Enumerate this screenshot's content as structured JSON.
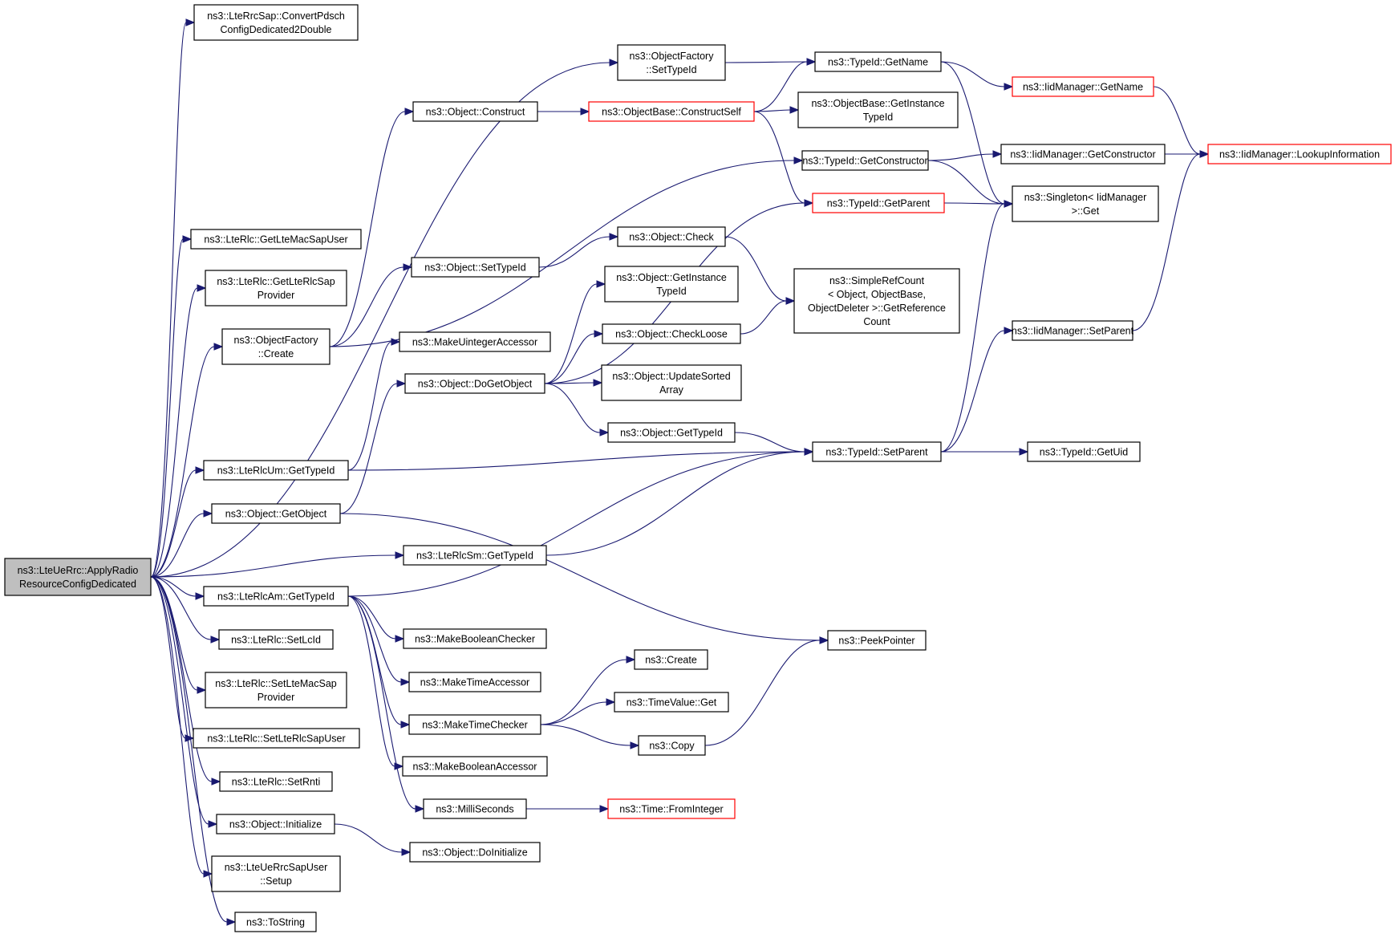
{
  "colors": {
    "edge": "#191970",
    "node_border": "#000000",
    "truncated_border": "#ff0000",
    "root_fill": "#bfbfbf",
    "node_fill": "#ffffff"
  },
  "nodes": [
    {
      "id": "root",
      "lines": [
        "ns3::LteUeRrc::ApplyRadio",
        "ResourceConfigDedicated"
      ],
      "root": true
    },
    {
      "id": "convertPdsch",
      "lines": [
        "ns3::LteRrcSap::ConvertPdsch",
        "ConfigDedicated2Double"
      ]
    },
    {
      "id": "getLteMacSapUser",
      "lines": [
        "ns3::LteRlc::GetLteMacSapUser"
      ]
    },
    {
      "id": "getLteRlcSapProvider",
      "lines": [
        "ns3::LteRlc::GetLteRlcSap",
        "Provider"
      ]
    },
    {
      "id": "ofCreate",
      "lines": [
        "ns3::ObjectFactory",
        "::Create"
      ]
    },
    {
      "id": "rlcUmGetTypeId",
      "lines": [
        "ns3::LteRlcUm::GetTypeId"
      ]
    },
    {
      "id": "objGetObject",
      "lines": [
        "ns3::Object::GetObject"
      ]
    },
    {
      "id": "rlcAmGetTypeId",
      "lines": [
        "ns3::LteRlcAm::GetTypeId"
      ]
    },
    {
      "id": "setLcId",
      "lines": [
        "ns3::LteRlc::SetLcId"
      ]
    },
    {
      "id": "setLteMacSapProvider",
      "lines": [
        "ns3::LteRlc::SetLteMacSap",
        "Provider"
      ]
    },
    {
      "id": "setLteRlcSapUser",
      "lines": [
        "ns3::LteRlc::SetLteRlcSapUser"
      ]
    },
    {
      "id": "setRnti",
      "lines": [
        "ns3::LteRlc::SetRnti"
      ]
    },
    {
      "id": "objInitialize",
      "lines": [
        "ns3::Object::Initialize"
      ]
    },
    {
      "id": "rrcSapSetup",
      "lines": [
        "ns3::LteUeRrcSapUser",
        "::Setup"
      ]
    },
    {
      "id": "toString",
      "lines": [
        "ns3::ToString"
      ]
    },
    {
      "id": "objConstruct",
      "lines": [
        "ns3::Object::Construct"
      ]
    },
    {
      "id": "objSetTypeId",
      "lines": [
        "ns3::Object::SetTypeId"
      ]
    },
    {
      "id": "makeUintAccessor",
      "lines": [
        "ns3::MakeUintegerAccessor"
      ]
    },
    {
      "id": "doGetObject",
      "lines": [
        "ns3::Object::DoGetObject"
      ]
    },
    {
      "id": "rlcSmGetTypeId",
      "lines": [
        "ns3::LteRlcSm::GetTypeId"
      ]
    },
    {
      "id": "makeBoolChecker",
      "lines": [
        "ns3::MakeBooleanChecker"
      ]
    },
    {
      "id": "makeTimeAccessor",
      "lines": [
        "ns3::MakeTimeAccessor"
      ]
    },
    {
      "id": "makeTimeChecker",
      "lines": [
        "ns3::MakeTimeChecker"
      ]
    },
    {
      "id": "makeBoolAccessor",
      "lines": [
        "ns3::MakeBooleanAccessor"
      ]
    },
    {
      "id": "milliSeconds",
      "lines": [
        "ns3::MilliSeconds"
      ]
    },
    {
      "id": "objDoInitialize",
      "lines": [
        "ns3::Object::DoInitialize"
      ]
    },
    {
      "id": "ofSetTypeId",
      "lines": [
        "ns3::ObjectFactory",
        "::SetTypeId"
      ]
    },
    {
      "id": "constructSelf",
      "lines": [
        "ns3::ObjectBase::ConstructSelf"
      ],
      "truncated": true
    },
    {
      "id": "objCheck",
      "lines": [
        "ns3::Object::Check"
      ]
    },
    {
      "id": "objGetInstanceTypeId",
      "lines": [
        "ns3::Object::GetInstance",
        "TypeId"
      ]
    },
    {
      "id": "objCheckLoose",
      "lines": [
        "ns3::Object::CheckLoose"
      ]
    },
    {
      "id": "updateSortedArray",
      "lines": [
        "ns3::Object::UpdateSorted",
        "Array"
      ]
    },
    {
      "id": "objGetTypeId",
      "lines": [
        "ns3::Object::GetTypeId"
      ]
    },
    {
      "id": "nsCreate",
      "lines": [
        "ns3::Create"
      ]
    },
    {
      "id": "timeValueGet",
      "lines": [
        "ns3::TimeValue::Get"
      ]
    },
    {
      "id": "nsCopy",
      "lines": [
        "ns3::Copy"
      ]
    },
    {
      "id": "timeFromInteger",
      "lines": [
        "ns3::Time::FromInteger"
      ],
      "truncated": true
    },
    {
      "id": "typeIdGetName",
      "lines": [
        "ns3::TypeId::GetName"
      ]
    },
    {
      "id": "obGetInstanceTypeId",
      "lines": [
        "ns3::ObjectBase::GetInstance",
        "TypeId"
      ]
    },
    {
      "id": "typeIdGetConstructor",
      "lines": [
        "ns3::TypeId::GetConstructor"
      ]
    },
    {
      "id": "typeIdGetParent",
      "lines": [
        "ns3::TypeId::GetParent"
      ],
      "truncated": true
    },
    {
      "id": "simpleRefCount",
      "lines": [
        "ns3::SimpleRefCount",
        "< Object, ObjectBase,",
        "ObjectDeleter >::GetReference",
        "Count"
      ]
    },
    {
      "id": "typeIdSetParent",
      "lines": [
        "ns3::TypeId::SetParent"
      ]
    },
    {
      "id": "peekPointer",
      "lines": [
        "ns3::PeekPointer"
      ]
    },
    {
      "id": "iidGetName",
      "lines": [
        "ns3::IidManager::GetName"
      ],
      "truncated": true
    },
    {
      "id": "iidGetConstructor",
      "lines": [
        "ns3::IidManager::GetConstructor"
      ]
    },
    {
      "id": "singletonGet",
      "lines": [
        "ns3::Singleton< IidManager",
        ">::Get"
      ]
    },
    {
      "id": "iidSetParent",
      "lines": [
        "ns3::IidManager::SetParent"
      ]
    },
    {
      "id": "typeIdGetUid",
      "lines": [
        "ns3::TypeId::GetUid"
      ]
    },
    {
      "id": "iidLookupInformation",
      "lines": [
        "ns3::IidManager::LookupInformation"
      ],
      "truncated": true
    }
  ],
  "edges": [
    [
      "root",
      "convertPdsch"
    ],
    [
      "root",
      "ofSetTypeId"
    ],
    [
      "root",
      "getLteMacSapUser"
    ],
    [
      "root",
      "getLteRlcSapProvider"
    ],
    [
      "root",
      "ofCreate"
    ],
    [
      "root",
      "rlcUmGetTypeId"
    ],
    [
      "root",
      "objGetObject"
    ],
    [
      "root",
      "rlcSmGetTypeId"
    ],
    [
      "root",
      "rlcAmGetTypeId"
    ],
    [
      "root",
      "setLcId"
    ],
    [
      "root",
      "setLteMacSapProvider"
    ],
    [
      "root",
      "setLteRlcSapUser"
    ],
    [
      "root",
      "setRnti"
    ],
    [
      "root",
      "objInitialize"
    ],
    [
      "root",
      "rrcSapSetup"
    ],
    [
      "root",
      "toString"
    ],
    [
      "ofCreate",
      "objConstruct"
    ],
    [
      "ofCreate",
      "objSetTypeId"
    ],
    [
      "ofCreate",
      "typeIdGetConstructor"
    ],
    [
      "rlcUmGetTypeId",
      "makeUintAccessor"
    ],
    [
      "rlcUmGetTypeId",
      "typeIdSetParent"
    ],
    [
      "objGetObject",
      "doGetObject"
    ],
    [
      "objGetObject",
      "peekPointer"
    ],
    [
      "rlcSmGetTypeId",
      "typeIdSetParent"
    ],
    [
      "rlcAmGetTypeId",
      "typeIdSetParent"
    ],
    [
      "rlcAmGetTypeId",
      "makeBoolChecker"
    ],
    [
      "rlcAmGetTypeId",
      "makeTimeAccessor"
    ],
    [
      "rlcAmGetTypeId",
      "makeTimeChecker"
    ],
    [
      "rlcAmGetTypeId",
      "makeBoolAccessor"
    ],
    [
      "rlcAmGetTypeId",
      "milliSeconds"
    ],
    [
      "objInitialize",
      "objDoInitialize"
    ],
    [
      "objConstruct",
      "constructSelf"
    ],
    [
      "objSetTypeId",
      "objCheck"
    ],
    [
      "doGetObject",
      "typeIdGetParent"
    ],
    [
      "doGetObject",
      "objGetInstanceTypeId"
    ],
    [
      "doGetObject",
      "objCheckLoose"
    ],
    [
      "doGetObject",
      "updateSortedArray"
    ],
    [
      "doGetObject",
      "objGetTypeId"
    ],
    [
      "makeTimeChecker",
      "nsCreate"
    ],
    [
      "makeTimeChecker",
      "timeValueGet"
    ],
    [
      "makeTimeChecker",
      "nsCopy"
    ],
    [
      "milliSeconds",
      "timeFromInteger"
    ],
    [
      "ofSetTypeId",
      "typeIdGetName"
    ],
    [
      "constructSelf",
      "typeIdGetName"
    ],
    [
      "constructSelf",
      "obGetInstanceTypeId"
    ],
    [
      "constructSelf",
      "typeIdGetParent"
    ],
    [
      "objCheck",
      "simpleRefCount"
    ],
    [
      "objCheckLoose",
      "simpleRefCount"
    ],
    [
      "objGetTypeId",
      "typeIdSetParent"
    ],
    [
      "nsCopy",
      "peekPointer"
    ],
    [
      "typeIdGetName",
      "iidGetName"
    ],
    [
      "typeIdGetName",
      "singletonGet"
    ],
    [
      "typeIdGetConstructor",
      "iidGetConstructor"
    ],
    [
      "typeIdGetConstructor",
      "singletonGet"
    ],
    [
      "typeIdGetParent",
      "singletonGet"
    ],
    [
      "typeIdSetParent",
      "singletonGet"
    ],
    [
      "typeIdSetParent",
      "iidSetParent"
    ],
    [
      "typeIdSetParent",
      "typeIdGetUid"
    ],
    [
      "iidGetName",
      "iidLookupInformation"
    ],
    [
      "iidGetConstructor",
      "iidLookupInformation"
    ],
    [
      "iidSetParent",
      "iidLookupInformation"
    ]
  ]
}
